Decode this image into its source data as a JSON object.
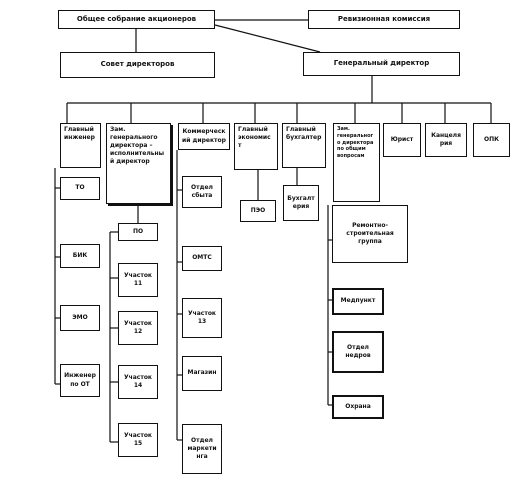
{
  "diagram": {
    "general_meeting": "Общее собрание акционеров",
    "audit_commission": "Ревизионная комиссия",
    "board_of_directors": "Совет директоров",
    "general_director": "Генеральный директор",
    "chief_engineer": "Главный инженер",
    "deputy_gd": "Зам. генерального директора – исполнительный директор",
    "commercial_director": "Коммерческий директор",
    "chief_economist": "Главный экономист",
    "chief_accountant": "Главный бухгалтер",
    "deputy_general_affairs": "Зам. генерального директора по общим вопросам",
    "lawyer": "Юрист",
    "chancellery": "Канцелярия",
    "hr_department": "ОПК",
    "to": "ТО",
    "bik": "БИК",
    "omo": "ЭМО",
    "ot_engineer": "Инженер по ОТ",
    "po": "ПО",
    "site_11": "Участок 11",
    "site_12": "Участок 12",
    "site_14": "Участок 14",
    "site_15": "Участок 15",
    "sales_dept": "Отдел сбыта",
    "omts": "ОМТС",
    "site_13": "Участок 13",
    "shop": "Магазин",
    "marketing_dept": "Отдел маркетинга",
    "peo": "ПЭО",
    "accounting": "Бухгалтерия",
    "repair_group": "Ремонтно-строительная группа",
    "medpunkt": "Медпункт",
    "subsoil_dept": "Отдел недров",
    "security": "Охрана"
  }
}
